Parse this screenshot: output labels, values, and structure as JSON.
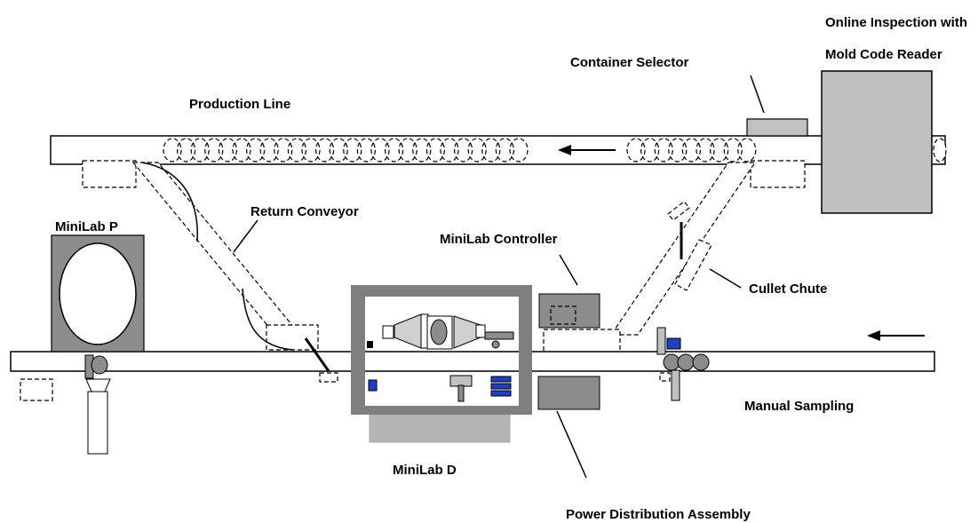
{
  "labels": {
    "online_inspection_line1": "Online Inspection with",
    "online_inspection_line2": "Mold Code Reader",
    "container_selector": "Container Selector",
    "production_line": "Production Line",
    "return_conveyor": "Return Conveyor",
    "minilab_p": "MiniLab P",
    "minilab_controller": "MiniLab Controller",
    "cullet_chute": "Cullet Chute",
    "manual_sampling": "Manual Sampling",
    "minilab_d": "MiniLab D",
    "power_distribution": "Power Distribution Assembly"
  },
  "colors": {
    "gray_light": "#c0c0c0",
    "gray_mid": "#b4b4b4",
    "gray_dark": "#8c8c8c",
    "gray_frame": "#7f7f7f",
    "accent_blue": "#1f3fbf"
  },
  "icons": {
    "flow_arrow": "left-arrow"
  }
}
